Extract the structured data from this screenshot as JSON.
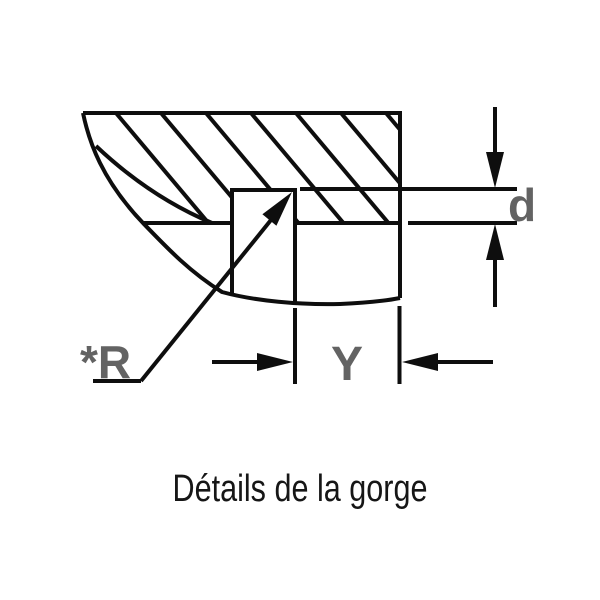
{
  "figure": {
    "caption": "Détails de la gorge"
  },
  "diagram": {
    "labels": {
      "groove_depth": "d",
      "groove_position": "Y",
      "corner_radius": "*R"
    },
    "colors": {
      "line": "#0e0e0e",
      "label": "#636363",
      "background": "#ffffff"
    }
  }
}
